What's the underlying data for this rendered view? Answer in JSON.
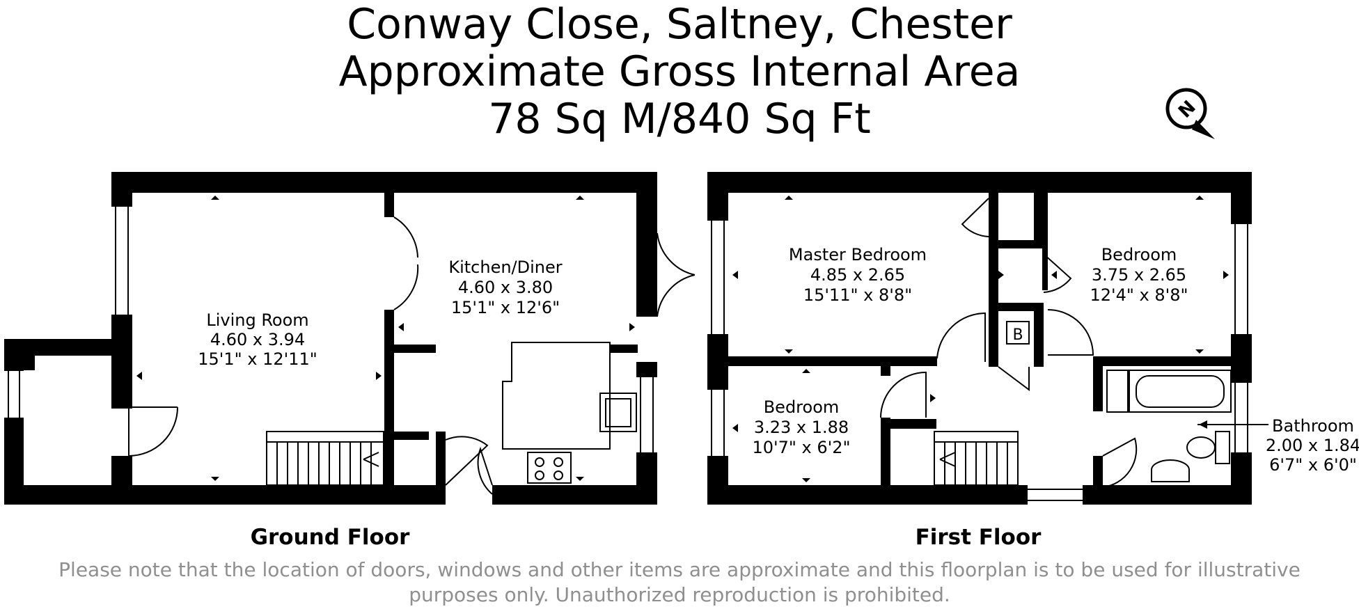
{
  "header": {
    "address": "Conway Close, Saltney, Chester",
    "area_label": "Approximate Gross Internal Area",
    "area_value": "78 Sq M/840 Sq Ft"
  },
  "compass": {
    "letter": "N"
  },
  "ground_floor": {
    "label": "Ground Floor",
    "rooms": [
      {
        "name": "Living Room",
        "metric": "4.60 x 3.94",
        "imperial": "15'1\" x 12'11\""
      },
      {
        "name": "Kitchen/Diner",
        "metric": "4.60 x 3.80",
        "imperial": "15'1\" x 12'6\""
      }
    ]
  },
  "first_floor": {
    "label": "First Floor",
    "rooms": [
      {
        "name": "Master Bedroom",
        "metric": "4.85 x 2.65",
        "imperial": "15'11\" x 8'8\""
      },
      {
        "name": "Bedroom",
        "metric": "3.75 x 2.65",
        "imperial": "12'4\" x 8'8\""
      },
      {
        "name": "Bedroom",
        "metric": "3.23 x 1.88",
        "imperial": "10'7\" x 6'2\""
      },
      {
        "name": "Bathroom",
        "metric": "2.00 x 1.84",
        "imperial": "6'7\" x 6'0\""
      }
    ],
    "boiler_label": "B"
  },
  "disclaimer": {
    "line1": "Please note that the location of doors, windows and other items are approximate and this floorplan is to be used for illustrative",
    "line2": "purposes only. Unauthorized reproduction is prohibited."
  }
}
